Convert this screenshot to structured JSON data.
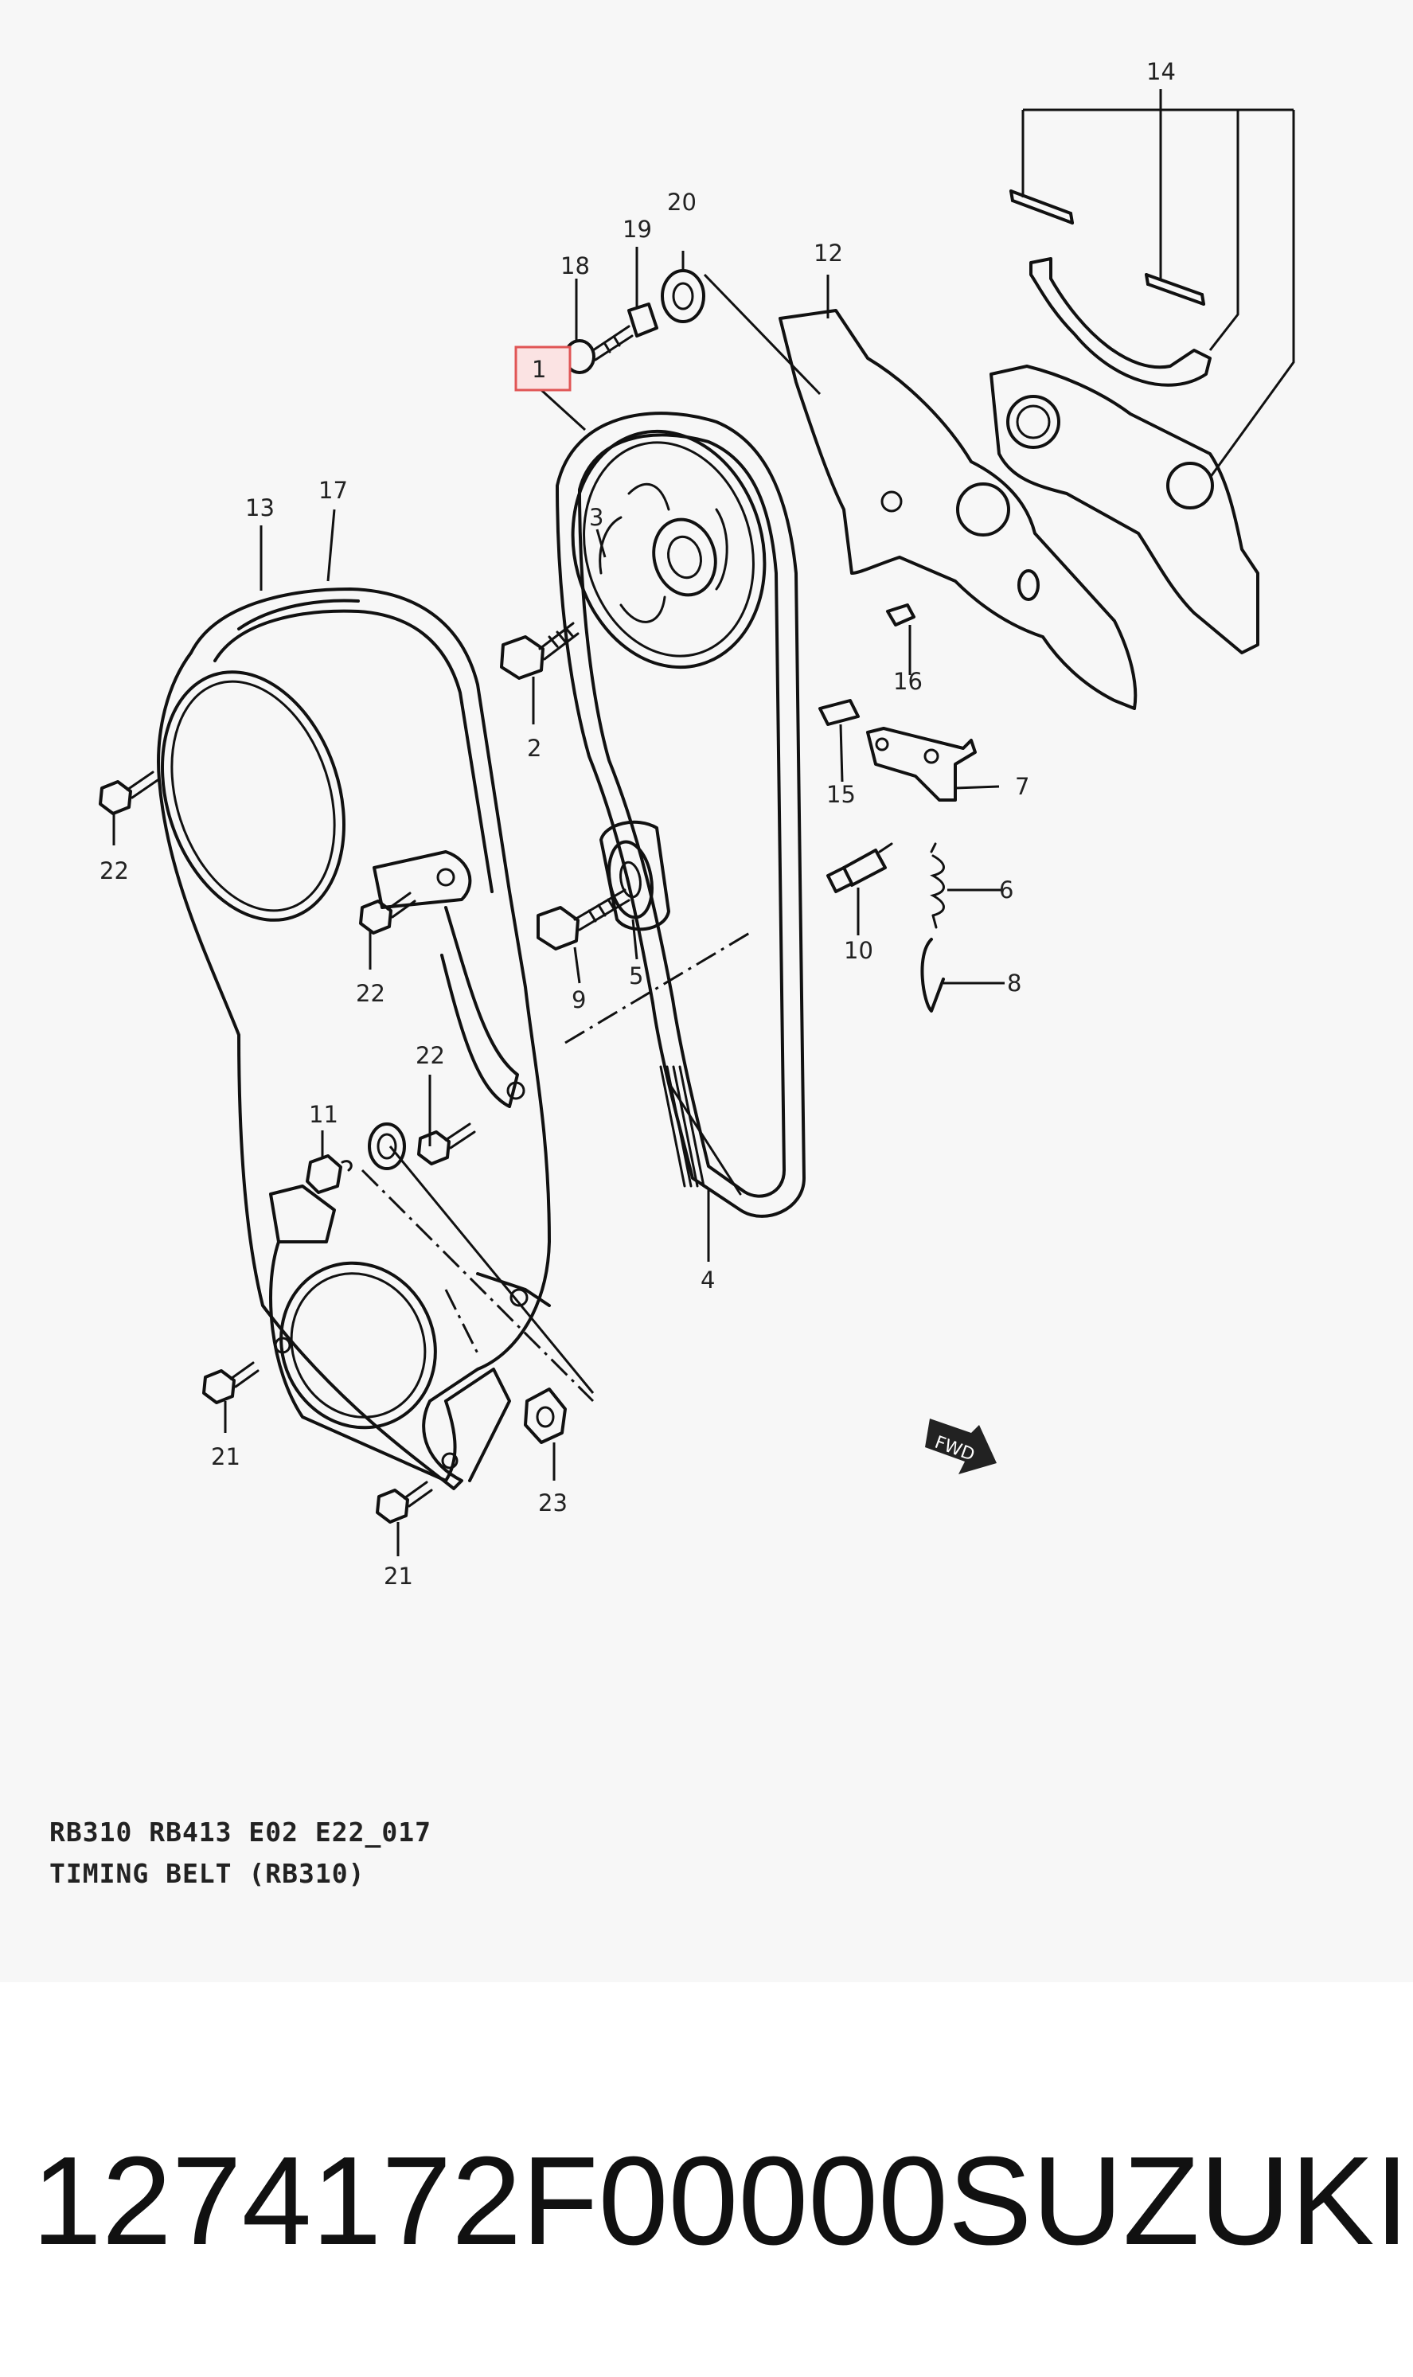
{
  "diagram": {
    "highlight_color": "#e05555",
    "callouts": [
      "1",
      "2",
      "3",
      "4",
      "5",
      "6",
      "7",
      "8",
      "9",
      "10",
      "11",
      "12",
      "13",
      "14",
      "15",
      "16",
      "17",
      "18",
      "19",
      "20",
      "21",
      "21",
      "22",
      "22",
      "22",
      "23"
    ],
    "fwd_label": "FWD"
  },
  "caption": {
    "line1": "RB310 RB413 E02 E22_017",
    "line2": "TIMING BELT (RB310)"
  },
  "footer": {
    "part_number": "1274172F00000",
    "brand": "SUZUKI"
  }
}
